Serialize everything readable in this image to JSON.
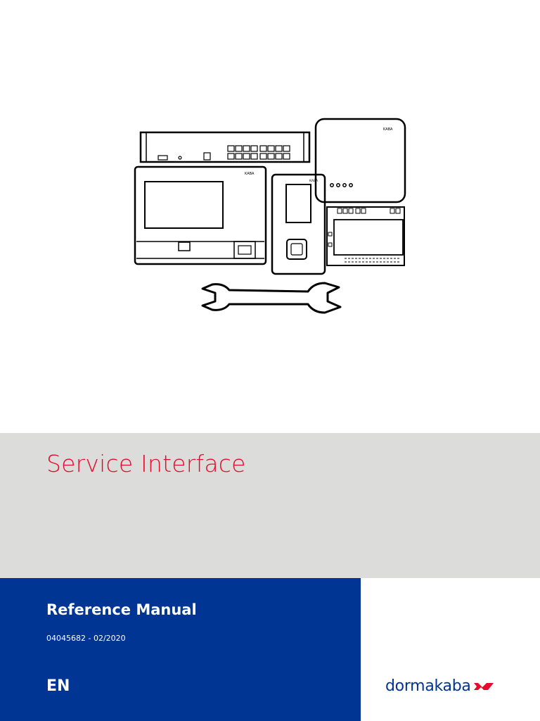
{
  "document": {
    "title": "Service Interface",
    "subtitle": "Reference Manual",
    "doc_number": "04045682 - 02/2020",
    "language": "EN"
  },
  "brand": {
    "name": "dormakaba",
    "logo_color": "#003594",
    "logo_mark_color": "#e30c2c",
    "device_label": "KABA"
  },
  "colors": {
    "title_red": "#e30c2c",
    "gray_band": "#dcdcda",
    "blue_band": "#003594"
  },
  "icons": [
    "network-switch-icon",
    "access-terminal-icon",
    "card-reader-icon",
    "wireless-gateway-icon",
    "controller-module-icon",
    "wrench-icon"
  ]
}
